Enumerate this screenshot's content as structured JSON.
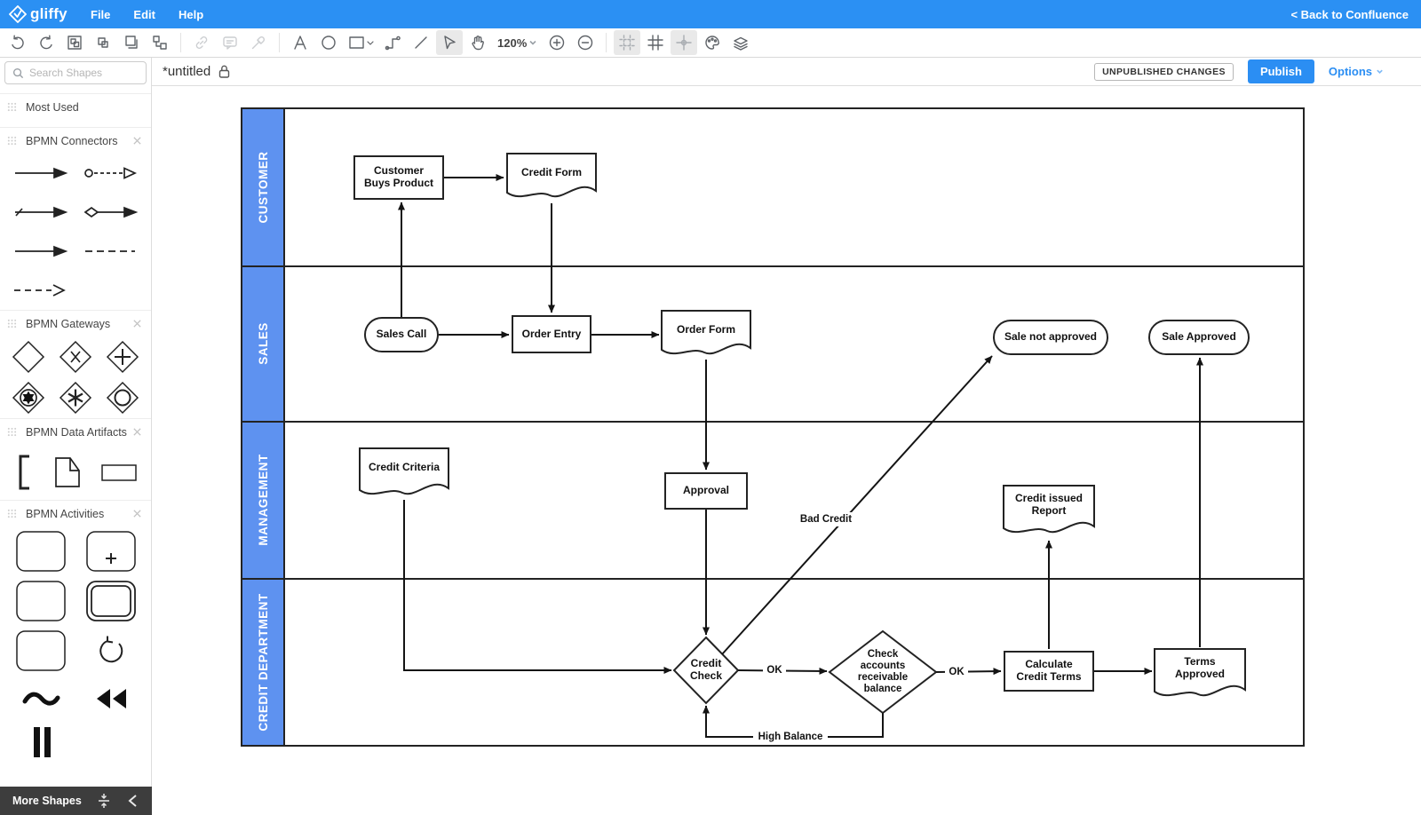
{
  "topbar": {
    "logo_text": "gliffy",
    "menus": [
      {
        "label": "File"
      },
      {
        "label": "Edit"
      },
      {
        "label": "Help"
      }
    ],
    "back_link": "< Back to Confluence"
  },
  "toolbar": {
    "zoom_level": "120%"
  },
  "titlebar": {
    "title": "*untitled",
    "status_badge": "UNPUBLISHED CHANGES",
    "publish_label": "Publish",
    "options_label": "Options"
  },
  "sidebar": {
    "search_placeholder": "Search Shapes",
    "sections": [
      {
        "label": "Most Used"
      },
      {
        "label": "BPMN Connectors"
      },
      {
        "label": "BPMN Gateways"
      },
      {
        "label": "BPMN Data Artifacts"
      },
      {
        "label": "BPMN Activities"
      }
    ],
    "more_shapes_label": "More Shapes"
  },
  "diagram": {
    "lanes": [
      {
        "label": "CUSTOMER"
      },
      {
        "label": "SALES"
      },
      {
        "label": "MANAGEMENT"
      },
      {
        "label": "CREDIT DEPARTMENT"
      }
    ],
    "nodes": {
      "customer_buys_product": "Customer\nBuys Product",
      "credit_form": "Credit Form",
      "sales_call": "Sales Call",
      "order_entry": "Order Entry",
      "order_form": "Order Form",
      "sale_not_approved": "Sale not approved",
      "sale_approved": "Sale Approved",
      "credit_criteria": "Credit Criteria",
      "approval": "Approval",
      "credit_issued_report": "Credit issued\nReport",
      "credit_check": "Credit\nCheck",
      "check_accounts": "Check\naccounts\nreceivable\nbalance",
      "calculate_credit_terms": "Calculate\nCredit Terms",
      "terms_approved": "Terms\nApproved"
    },
    "edge_labels": {
      "ok1": "OK",
      "ok2": "OK",
      "high_balance": "High Balance",
      "bad_credit": "Bad Credit"
    }
  },
  "colors": {
    "topbar_blue": "#2b90f3",
    "lane_blue": "#5e92f0",
    "publish_blue": "#2b8ef3",
    "line_black": "#141414"
  }
}
